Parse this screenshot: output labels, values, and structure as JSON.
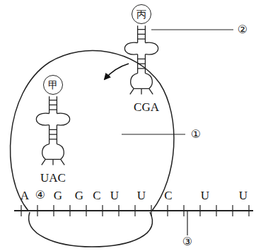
{
  "diagram": {
    "nodes": [
      {
        "text": [
          "丙"
        ]
      },
      {
        "text": [
          "甲"
        ]
      }
    ],
    "labels": [
      "CGA",
      "UAC",
      "A",
      "④",
      "G",
      "G",
      "C",
      "U",
      "U",
      "C",
      "U",
      "U",
      "①",
      "②",
      "③"
    ]
  }
}
